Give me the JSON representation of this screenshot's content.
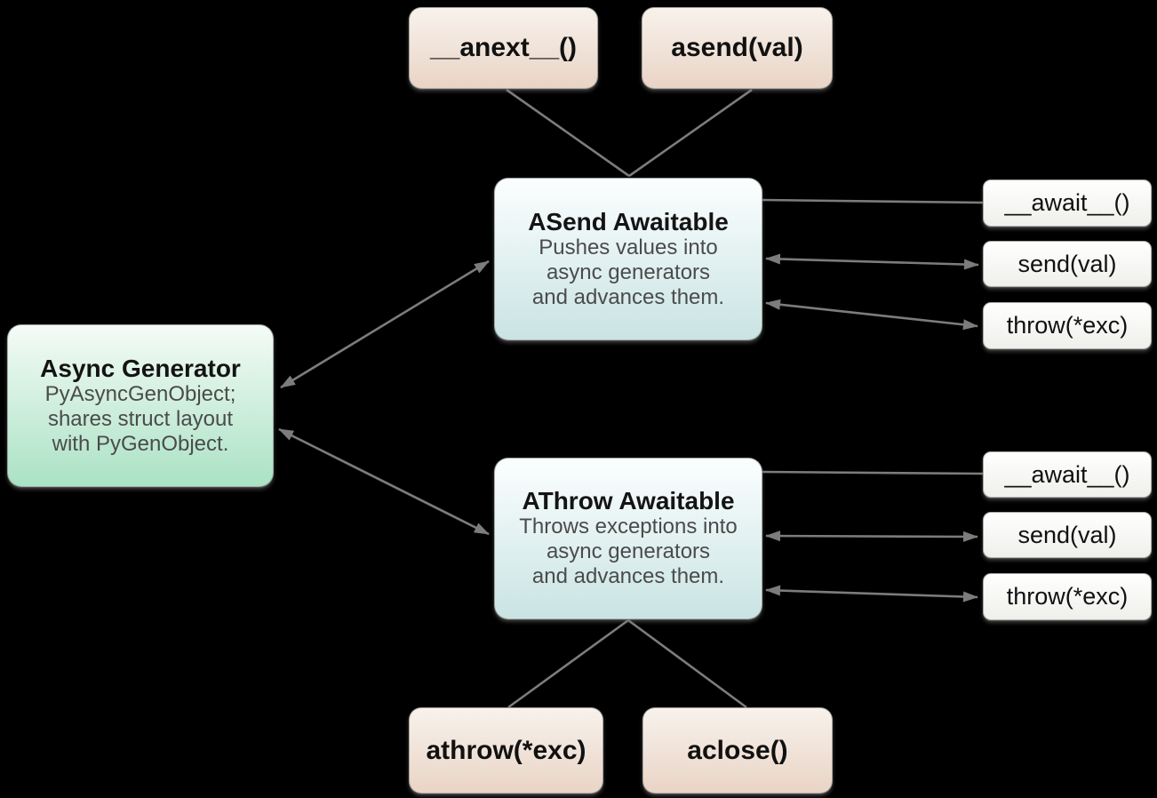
{
  "colors": {
    "background": "#000000",
    "connector": "#7c7c7c",
    "title_text": "#141414",
    "body_text": "#4b4b4b",
    "label_text": "#111111",
    "tan_top": "#f8f2ec",
    "tan_bottom": "#e9d4c6",
    "green_top": "#f5fbf7",
    "green_bottom": "#aae2c4",
    "blue_top": "#fcfeff",
    "blue_bottom": "#c9e4e3",
    "white_top": "#ffffff",
    "white_bottom": "#efefeb"
  },
  "nodes": {
    "anext": {
      "label": "__anext__()"
    },
    "asend": {
      "label": "asend(val)"
    },
    "asend_awaitable": {
      "title": "ASend Awaitable",
      "body": "Pushes values into\nasync generators\nand advances them."
    },
    "async_generator": {
      "title": "Async Generator",
      "body": "PyAsyncGenObject;\nshares struct layout\nwith PyGenObject."
    },
    "athrow_awaitable": {
      "title": "AThrow Awaitable",
      "body": "Throws exceptions into\nasync generators\nand advances them."
    },
    "await_top": {
      "label": "__await__()"
    },
    "send_top": {
      "label": "send(val)"
    },
    "throw_top": {
      "label": "throw(*exc)"
    },
    "await_bottom": {
      "label": "__await__()"
    },
    "send_bottom": {
      "label": "send(val)"
    },
    "throw_bottom": {
      "label": "throw(*exc)"
    },
    "athrow_method": {
      "label": "athrow(*exc)"
    },
    "aclose": {
      "label": "aclose()"
    }
  }
}
